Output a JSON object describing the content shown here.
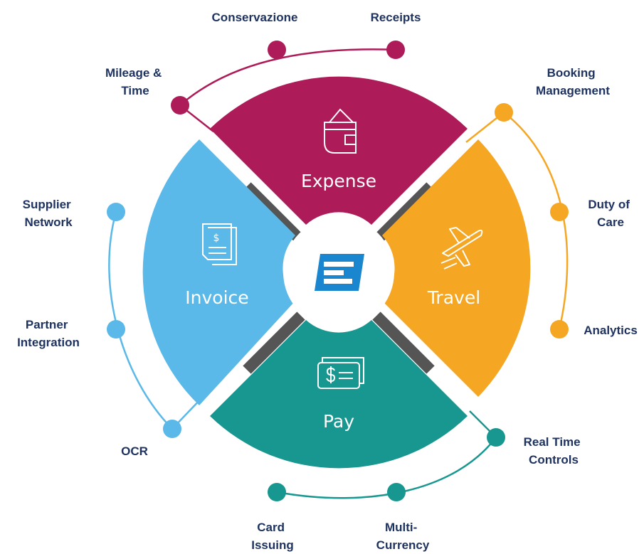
{
  "colors": {
    "expense": "#ad1b58",
    "travel": "#f5a623",
    "pay": "#17978f",
    "invoice": "#5ab9e8",
    "text": "#1f3360",
    "divider": "#555555",
    "logo": "#1a86cf"
  },
  "segments": {
    "expense": {
      "label": "Expense",
      "icon": "wallet-icon"
    },
    "travel": {
      "label": "Travel",
      "icon": "airplane-icon"
    },
    "pay": {
      "label": "Pay",
      "icon": "cash-icon"
    },
    "invoice": {
      "label": "Invoice",
      "icon": "invoice-document-icon"
    }
  },
  "center": {
    "icon": "e-logo-icon"
  },
  "expense_features": {
    "conservazione": [
      "Conservazione"
    ],
    "receipts": [
      "Receipts"
    ],
    "mileage": [
      "Mileage &",
      "Time"
    ]
  },
  "travel_features": {
    "booking": [
      "Booking",
      "Management"
    ],
    "duty": [
      "Duty of",
      "Care"
    ],
    "analytics": [
      "Analytics"
    ]
  },
  "invoice_features": {
    "supplier": [
      "Supplier",
      "Network"
    ],
    "partner": [
      "Partner",
      "Integration"
    ],
    "ocr": [
      "OCR"
    ]
  },
  "pay_features": {
    "realtime": [
      "Real Time",
      "Controls"
    ],
    "multicurrency": [
      "Multi-",
      "Currency"
    ],
    "card": [
      "Card",
      "Issuing"
    ]
  }
}
